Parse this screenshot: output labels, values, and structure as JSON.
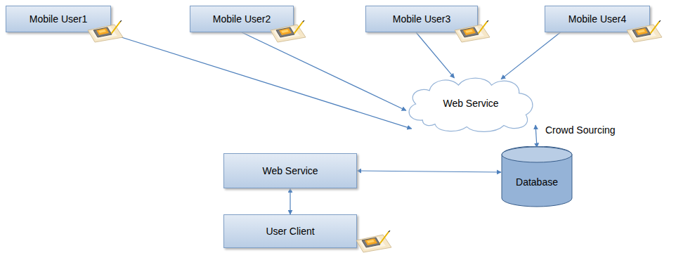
{
  "diagram": {
    "nodes": [
      {
        "text": [
          "Mobile User1"
        ]
      },
      {
        "text": [
          "Mobile User2"
        ]
      },
      {
        "text": [
          "Mobile User3"
        ]
      },
      {
        "text": [
          "Mobile User4"
        ]
      },
      {
        "text": [
          "Web Service"
        ]
      },
      {
        "text": [
          "Database"
        ]
      },
      {
        "text": [
          "Web Service"
        ]
      },
      {
        "text": [
          "User Client"
        ]
      }
    ],
    "edges": [
      {
        "from": 0,
        "to": 4,
        "arrow": "to"
      },
      {
        "from": 1,
        "to": 4,
        "arrow": "to"
      },
      {
        "from": 2,
        "to": 4,
        "arrow": "to"
      },
      {
        "from": 3,
        "to": 4,
        "arrow": "to"
      },
      {
        "from": 4,
        "to": 5,
        "arrow": "both"
      },
      {
        "from": 6,
        "to": 5,
        "arrow": "both"
      },
      {
        "from": 6,
        "to": 7,
        "arrow": "both"
      }
    ],
    "labels": [
      "Crowd Sourcing"
    ]
  }
}
